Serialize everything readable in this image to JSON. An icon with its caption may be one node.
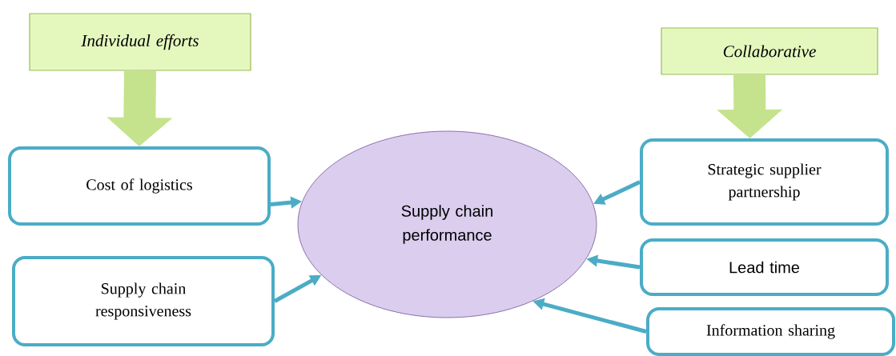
{
  "diagram": {
    "nodes": [
      {
        "text": [
          "Individual efforts"
        ]
      },
      {
        "text": [
          "Collaborative"
        ]
      },
      {
        "text": [
          "Cost of logistics"
        ]
      },
      {
        "text": [
          "Supply chain performance"
        ]
      },
      {
        "text": [
          "Strategic supplier partnership"
        ]
      },
      {
        "text": [
          "Supply chain responsiveness"
        ]
      },
      {
        "text": [
          "Lead time"
        ]
      },
      {
        "text": [
          "Information sharing"
        ]
      }
    ],
    "edges": [
      {
        "from": 0,
        "to": 2,
        "arrow": "to",
        "style": "thick",
        "color": "#c4e38c"
      },
      {
        "from": 1,
        "to": 4,
        "arrow": "to",
        "style": "thick",
        "color": "#c4e38c"
      },
      {
        "from": 2,
        "to": 3,
        "arrow": "to"
      },
      {
        "from": 5,
        "to": 3,
        "arrow": "to"
      },
      {
        "from": 4,
        "to": 3,
        "arrow": "to"
      },
      {
        "from": 6,
        "to": 3,
        "arrow": "to"
      },
      {
        "from": 7,
        "to": 3,
        "arrow": "to"
      }
    ]
  }
}
